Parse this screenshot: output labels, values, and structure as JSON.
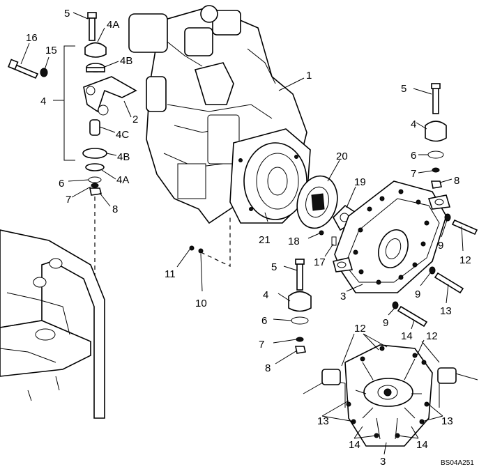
{
  "labels": {
    "l5a": "5",
    "l16": "16",
    "l15": "15",
    "l4A": "4A",
    "l4B_top": "4B",
    "l4": "4",
    "l4C": "4C",
    "l4B_bot": "4B",
    "l4A_bot": "4A",
    "l6a": "6",
    "l7a": "7",
    "l8a": "8",
    "l1": "1",
    "l2": "2",
    "l5b": "5",
    "l4b": "4",
    "l6b": "6",
    "l7b": "7",
    "l8b": "8",
    "l20": "20",
    "l19": "19",
    "l9a": "9",
    "l12a": "12",
    "l18": "18",
    "l17": "17",
    "l21": "21",
    "l9b": "9",
    "l13a": "13",
    "l3a": "3",
    "l9c": "9",
    "l14a": "14",
    "l11": "11",
    "l10": "10",
    "l5c": "5",
    "l4c": "4",
    "l6c": "6",
    "l7c": "7",
    "l8c": "8",
    "l12b": "12",
    "l12c": "12",
    "l13b": "13",
    "l13c": "13",
    "l14b": "14",
    "l14c": "14",
    "l3b": "3"
  },
  "drawing_code": "BS04A251"
}
